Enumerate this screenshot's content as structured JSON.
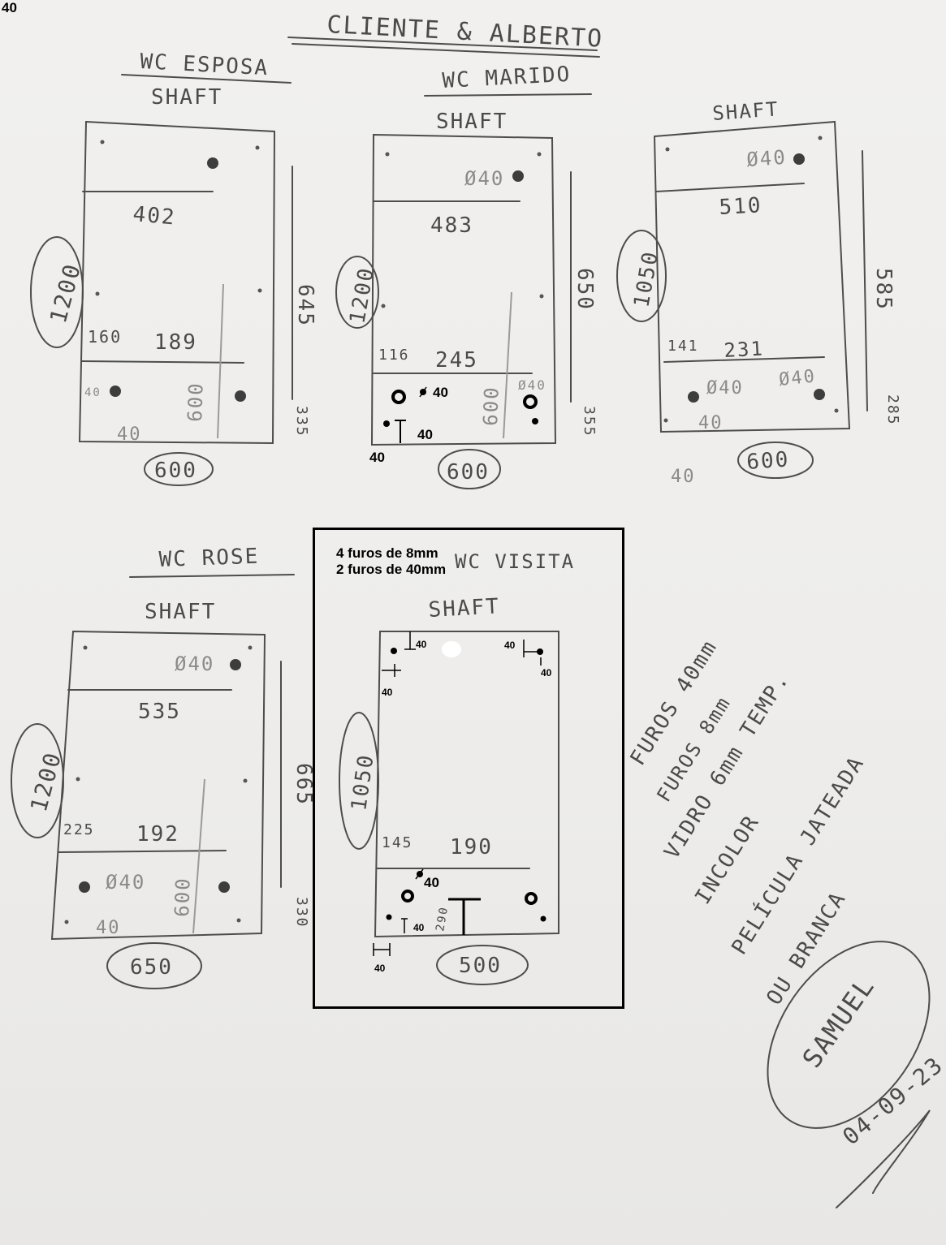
{
  "corner_label": "40",
  "title": "CLIENTE & ALBERTO",
  "panels": [
    {
      "name": "WC ESPOSA",
      "shaft": "SHAFT",
      "height": "1200",
      "width": "600",
      "dims": {
        "top_span": "402",
        "left_offset": "160",
        "mid_span": "189",
        "upper": "645",
        "lower": "335",
        "diag": "600",
        "edge_a": "40",
        "edge_b": "40"
      }
    },
    {
      "name": "WC MARIDO",
      "shaft": "SHAFT",
      "height": "1200",
      "width": "600",
      "dims": {
        "hole": "Ø40",
        "top_span": "483",
        "left_offset": "116",
        "mid_span": "245",
        "upper": "650",
        "lower": "355",
        "diag": "600",
        "hole_b": "Ø40"
      }
    },
    {
      "name": "",
      "shaft": "SHAFT",
      "height": "1050",
      "width": "600",
      "dims": {
        "hole": "Ø40",
        "top_span": "510",
        "left_offset": "141",
        "mid_span": "231",
        "upper": "585",
        "lower": "285",
        "hole_b": "Ø40",
        "hole_c": "Ø40",
        "edge_a": "40",
        "edge_b": "40"
      }
    },
    {
      "name": "WC ROSE",
      "shaft": "SHAFT",
      "height": "1200",
      "width": "650",
      "dims": {
        "hole": "Ø40",
        "top_span": "535",
        "left_offset": "225",
        "mid_span": "192",
        "upper": "665",
        "lower": "330",
        "diag": "600",
        "hole_b": "Ø40",
        "edge_a": "40"
      }
    },
    {
      "name": "WC VISITA",
      "shaft": "SHAFT",
      "height": "1050",
      "width": "500",
      "dims": {
        "left_offset": "145",
        "mid_span": "190",
        "lower": "290"
      }
    }
  ],
  "typed_annotations": {
    "marido_hole": "40",
    "marido_edge_a": "40",
    "marido_edge_b": "40",
    "visita_tl_a": "40",
    "visita_tl_b": "40",
    "visita_tr_a": "40",
    "visita_tr_b": "40",
    "visita_hole": "40",
    "visita_bl_a": "40",
    "visita_bl_b": "40"
  },
  "overlay_notes": [
    "4 furos de 8mm",
    "2 furos de 40mm"
  ],
  "side_notes": [
    "FUROS 40mm",
    "FUROS 8mm",
    "VIDRO 6mm TEMP.",
    "INCOLOR",
    "PELÍCULA JATEADA",
    "OU BRANCA"
  ],
  "signature": "SAMUEL",
  "date": "04-09-23"
}
